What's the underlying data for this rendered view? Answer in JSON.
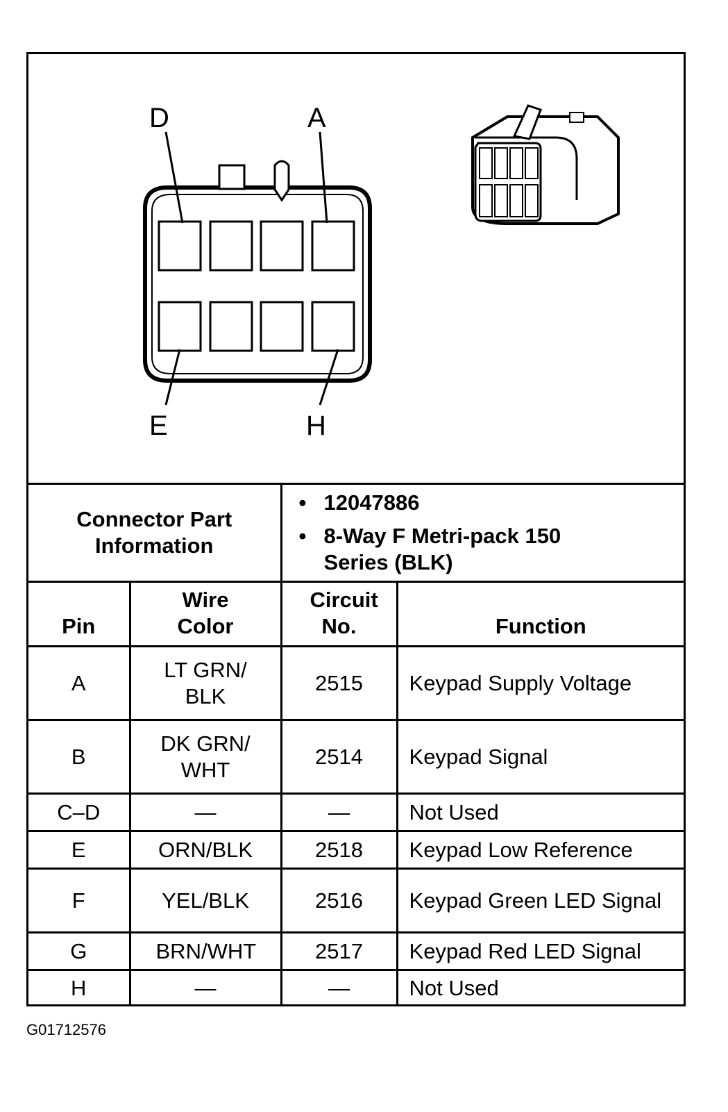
{
  "diagram": {
    "pin_labels": {
      "top_left": "D",
      "top_right": "A",
      "bottom_left": "E",
      "bottom_right": "H"
    },
    "cavity_count": 8
  },
  "connector_info": {
    "label": "Connector Part Information",
    "items": [
      "12047886",
      "8-Way F Metri-pack 150 Series (BLK)"
    ]
  },
  "table": {
    "headers": {
      "pin": "Pin",
      "wire_color": "Wire Color",
      "circuit_no": "Circuit No.",
      "function": "Function"
    },
    "rows": [
      {
        "pin": "A",
        "wire_color": "LT GRN/ BLK",
        "circuit_no": "2515",
        "function": "Keypad Supply Voltage"
      },
      {
        "pin": "B",
        "wire_color": "DK GRN/ WHT",
        "circuit_no": "2514",
        "function": "Keypad Signal"
      },
      {
        "pin": "C–D",
        "wire_color": "—",
        "circuit_no": "—",
        "function": "Not Used"
      },
      {
        "pin": "E",
        "wire_color": "ORN/BLK",
        "circuit_no": "2518",
        "function": "Keypad Low Reference"
      },
      {
        "pin": "F",
        "wire_color": "YEL/BLK",
        "circuit_no": "2516",
        "function": "Keypad Green LED Signal"
      },
      {
        "pin": "G",
        "wire_color": "BRN/WHT",
        "circuit_no": "2517",
        "function": "Keypad Red LED Signal"
      },
      {
        "pin": "H",
        "wire_color": "—",
        "circuit_no": "—",
        "function": "Not Used"
      }
    ]
  },
  "figure_id": "G01712576"
}
